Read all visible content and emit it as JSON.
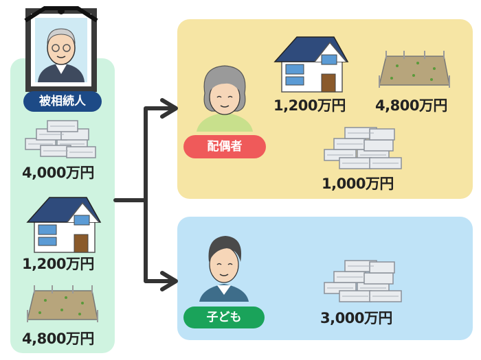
{
  "decedent": {
    "label": "被相続人",
    "assets": [
      "4,000万円",
      "1,200万円",
      "4,800万円"
    ]
  },
  "spouse": {
    "label": "配偶者",
    "assets": [
      "1,200万円",
      "4,800万円",
      "1,000万円"
    ]
  },
  "child": {
    "label": "子ども",
    "assets": [
      "3,000万円"
    ]
  },
  "colors": {
    "decedent_panel": "#cff3e0",
    "spouse_panel": "#f6e5a4",
    "child_panel": "#bfe3f7",
    "decedent_badge": "#1d4a86",
    "spouse_badge": "#ef5a5a",
    "child_badge": "#1aa35a",
    "arrow": "#333333"
  }
}
